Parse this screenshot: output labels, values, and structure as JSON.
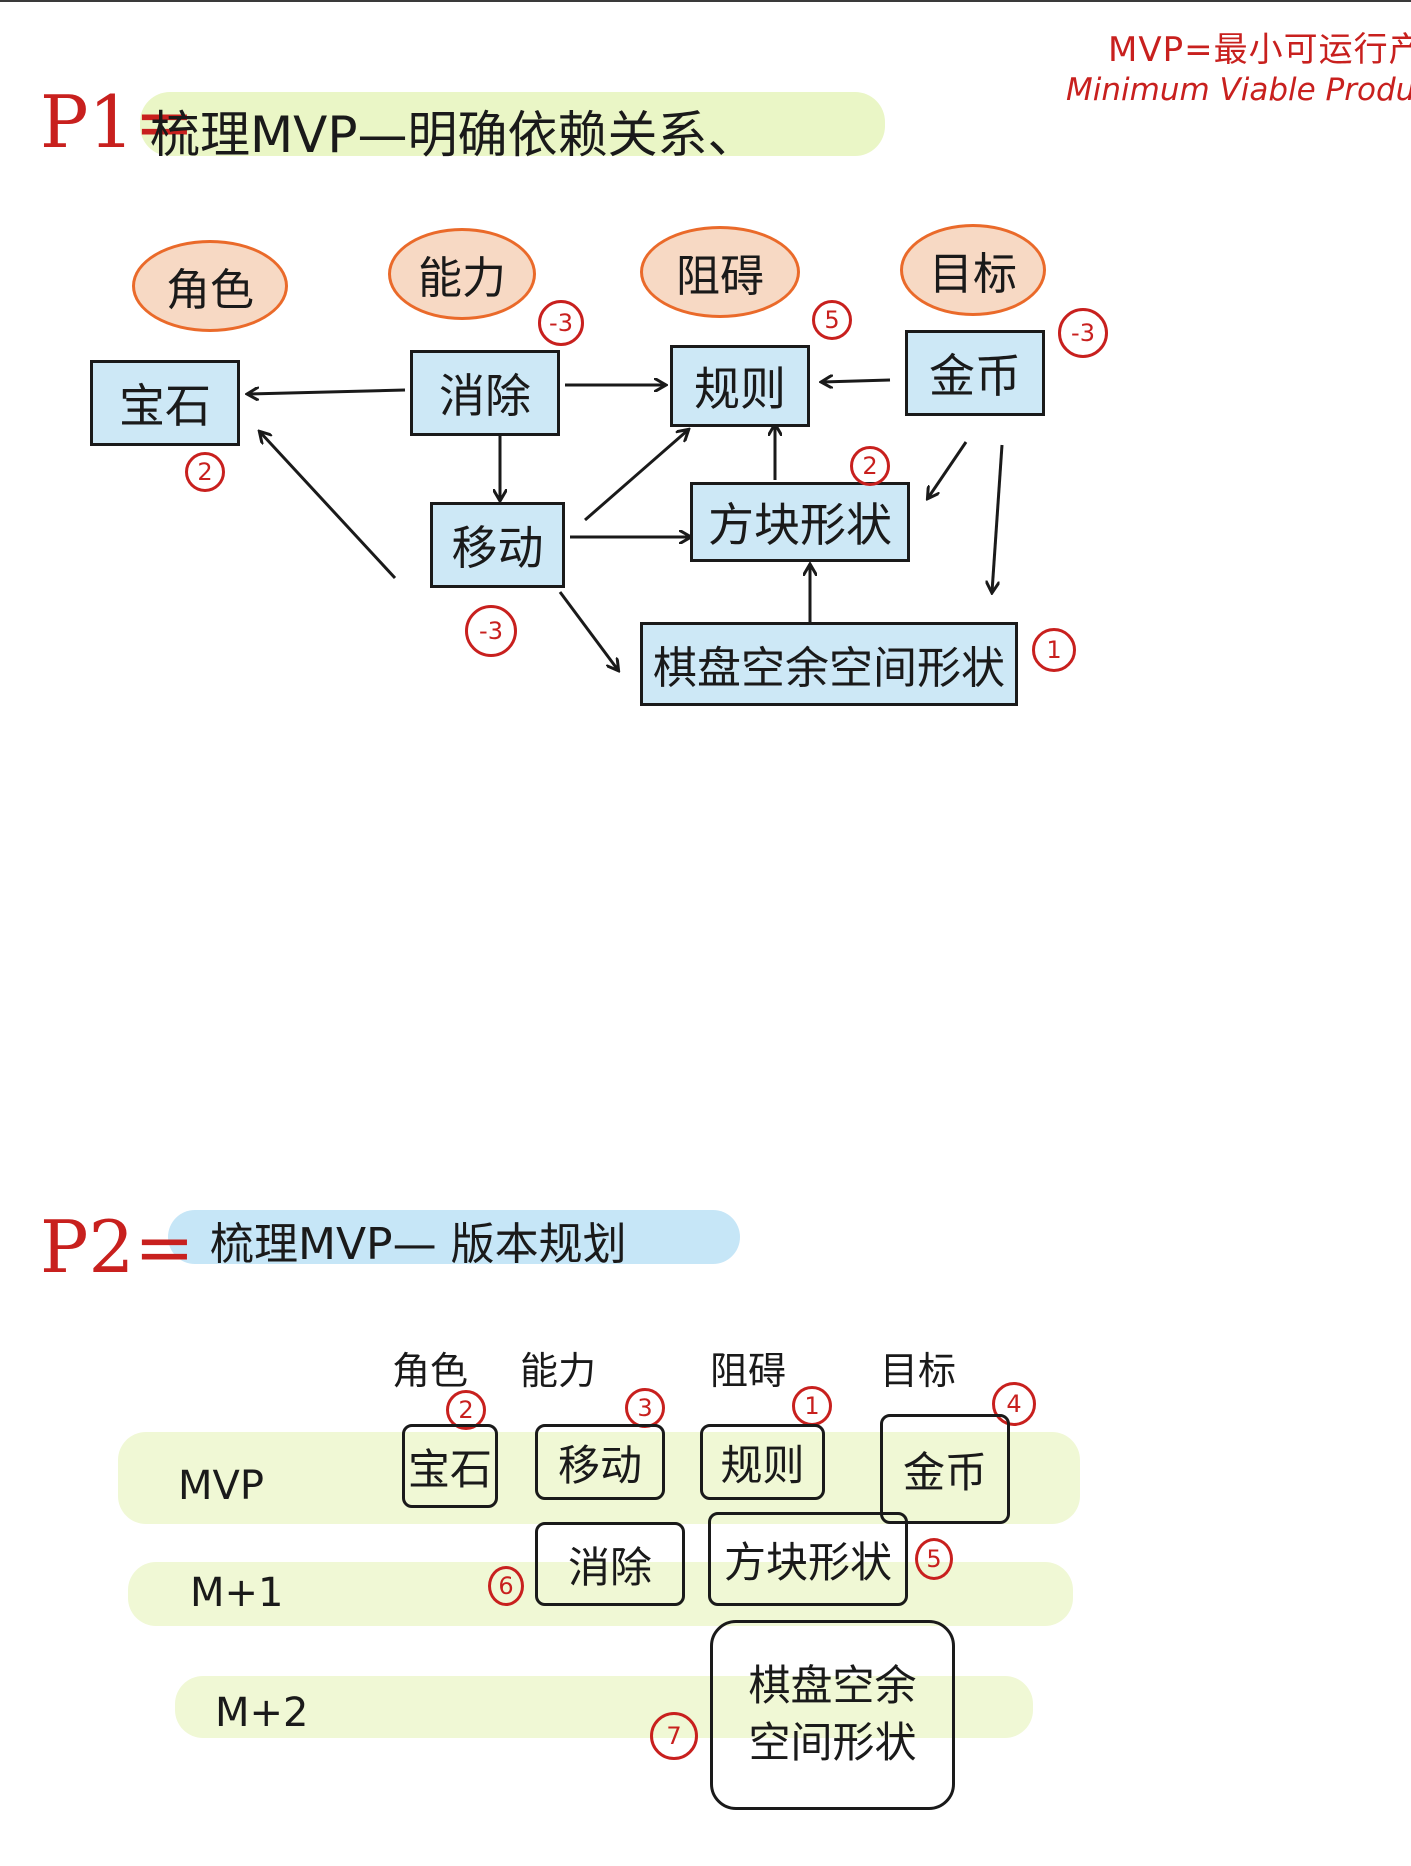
{
  "note": {
    "line1": "MVP=最小可运行产品",
    "line2": "Minimum Viable Product"
  },
  "p1": {
    "label": "P1=",
    "title": "梳理MVP—明确依赖关系、",
    "categories": [
      "角色",
      "能力",
      "阻碍",
      "目标"
    ],
    "nodes": {
      "gem": "宝石",
      "eliminate": "消除",
      "rule": "规则",
      "coin": "金币",
      "move": "移动",
      "block_shape": "方块形状",
      "board_space": "棋盘空余空间形状"
    },
    "badges": {
      "gem": "2",
      "eliminate": "-3",
      "rule": "5",
      "coin": "-3",
      "block_shape": "2",
      "move": "-3",
      "board_space": "1"
    }
  },
  "p2": {
    "label": "P2=",
    "title": "梳理MVP— 版本规划",
    "columns": [
      "角色",
      "能力",
      "阻碍",
      "目标"
    ],
    "column_badges": [
      "2",
      "3",
      "1",
      "4"
    ],
    "rows": [
      "MVP",
      "M+1",
      "M+2"
    ],
    "cells": {
      "mvp_gem": "宝石",
      "mvp_move": "移动",
      "mvp_rule": "规则",
      "mvp_coin": "金币",
      "m1_eliminate": "消除",
      "m1_block_shape": "方块形状",
      "m2_line1": "棋盘空余",
      "m2_line2": "空间形状"
    },
    "cell_badges": {
      "m1_eliminate": "6",
      "m1_block_shape": "5",
      "m2": "7"
    }
  },
  "colors": {
    "accent_red": "#c8201e",
    "category_orange": "#ea6a2a",
    "node_blue": "#cde8f6",
    "highlight_green": "#f0f8d5",
    "highlight_blue": "#c6e6f7"
  }
}
